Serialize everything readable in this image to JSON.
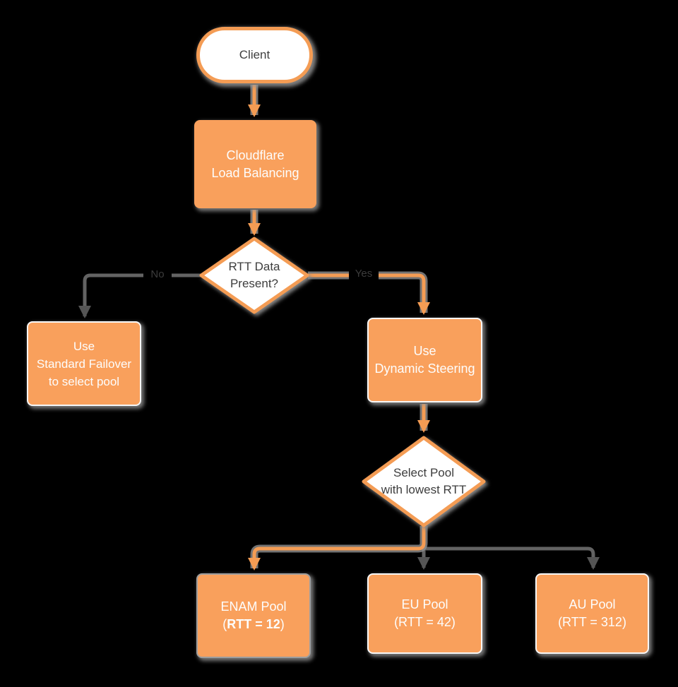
{
  "diagram": {
    "title": "Cloudflare Load Balancing RTT flowchart",
    "colors": {
      "background": "#000000",
      "node_fill_orange": "#f9a05c",
      "shape_stroke_orange": "#f49c54",
      "connector_gray": "#636363",
      "shadow_gray": "#8f8f8f",
      "text_on_orange": "#fdfdfd",
      "text_on_white": "#3d3d3d"
    }
  },
  "nodes": {
    "client": {
      "label": "Client"
    },
    "cloudflare": {
      "line1": "Cloudflare",
      "line2": "Load Balancing"
    },
    "rtt_decision": {
      "line1": "RTT Data",
      "line2": "Present?"
    },
    "standard_failover": {
      "line1": "Use",
      "line2": "Standard Failover",
      "line3": "to select pool"
    },
    "dynamic_steering": {
      "line1": "Use",
      "line2": "Dynamic Steering"
    },
    "select_pool": {
      "line1": "Select Pool",
      "line2": "with lowest RTT"
    },
    "enam_pool": {
      "line1": "ENAM Pool",
      "line2_prefix": "(",
      "line2_bold": "RTT = 12",
      "line2_suffix": ")"
    },
    "eu_pool": {
      "line1": "EU Pool",
      "line2": "(RTT = 42)"
    },
    "au_pool": {
      "line1": "AU Pool",
      "line2": "(RTT = 312)"
    }
  },
  "edges": {
    "no_label": "No",
    "yes_label": "Yes"
  }
}
